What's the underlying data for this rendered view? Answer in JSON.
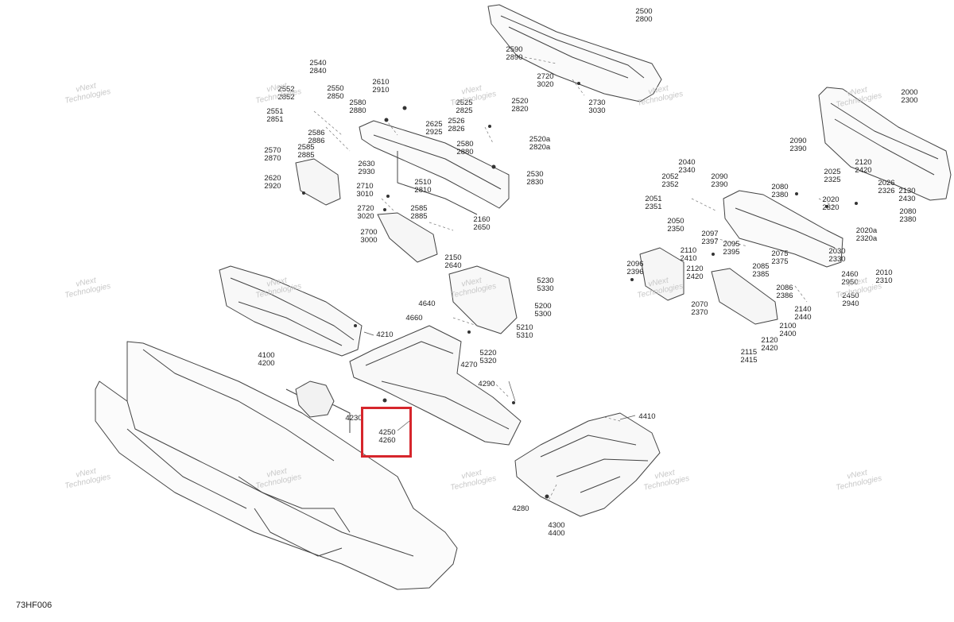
{
  "diagram": {
    "id": "73HF006",
    "watermark": "vNext\nTechnologies",
    "highlight": {
      "part": "4250 / 4260"
    },
    "labels": [
      {
        "t": "2500\n2800"
      },
      {
        "t": "2590\n2890"
      },
      {
        "t": "2720\n3020"
      },
      {
        "t": "2730\n3030"
      },
      {
        "t": "2540\n2840"
      },
      {
        "t": "2552\n2852"
      },
      {
        "t": "2550\n2850"
      },
      {
        "t": "2551\n2851"
      },
      {
        "t": "2586\n2886"
      },
      {
        "t": "2585\n2885"
      },
      {
        "t": "2570\n2870"
      },
      {
        "t": "2620\n2920"
      },
      {
        "t": "2610\n2910"
      },
      {
        "t": "2580\n2880"
      },
      {
        "t": "2625\n2925"
      },
      {
        "t": "2525\n2825"
      },
      {
        "t": "2520\n2820"
      },
      {
        "t": "2526\n2826"
      },
      {
        "t": "2520a\n2820a"
      },
      {
        "t": "2580\n2880"
      },
      {
        "t": "2630\n2930"
      },
      {
        "t": "2530\n2830"
      },
      {
        "t": "2710\n3010"
      },
      {
        "t": "2510\n2810"
      },
      {
        "t": "2720\n3020"
      },
      {
        "t": "2585\n2885"
      },
      {
        "t": "2160\n2650"
      },
      {
        "t": "2700\n3000"
      },
      {
        "t": "2150\n2640"
      },
      {
        "t": "2000\n2300"
      },
      {
        "t": "2090\n2390"
      },
      {
        "t": "2120\n2420"
      },
      {
        "t": "2040\n2340"
      },
      {
        "t": "2052\n2352"
      },
      {
        "t": "2090\n2390"
      },
      {
        "t": "2080\n2380"
      },
      {
        "t": "2025\n2325"
      },
      {
        "t": "2026\n2326"
      },
      {
        "t": "2130\n2430"
      },
      {
        "t": "2051\n2351"
      },
      {
        "t": "2020\n2320"
      },
      {
        "t": "2080\n2380"
      },
      {
        "t": "2050\n2350"
      },
      {
        "t": "2097\n2397"
      },
      {
        "t": "2020a\n2320a"
      },
      {
        "t": "2095\n2395"
      },
      {
        "t": "2110\n2410"
      },
      {
        "t": "2075\n2375"
      },
      {
        "t": "2030\n2330"
      },
      {
        "t": "2085\n2385"
      },
      {
        "t": "2096\n2396"
      },
      {
        "t": "2120\n2420"
      },
      {
        "t": "2010\n2310"
      },
      {
        "t": "2460\n2950"
      },
      {
        "t": "2086\n2386"
      },
      {
        "t": "2450\n2940"
      },
      {
        "t": "2070\n2370"
      },
      {
        "t": "2140\n2440"
      },
      {
        "t": "2100\n2400"
      },
      {
        "t": "2120\n2420"
      },
      {
        "t": "2115\n2415"
      },
      {
        "t": "5230\n5330"
      },
      {
        "t": "5200\n5300"
      },
      {
        "t": "4640"
      },
      {
        "t": "4660"
      },
      {
        "t": "5210\n5310"
      },
      {
        "t": "4210"
      },
      {
        "t": "5220\n5320"
      },
      {
        "t": "4270"
      },
      {
        "t": "4100\n4200"
      },
      {
        "t": "4290"
      },
      {
        "t": "4230"
      },
      {
        "t": "4250\n4260"
      },
      {
        "t": "4410"
      },
      {
        "t": "4280"
      },
      {
        "t": "4300\n4400"
      }
    ]
  }
}
